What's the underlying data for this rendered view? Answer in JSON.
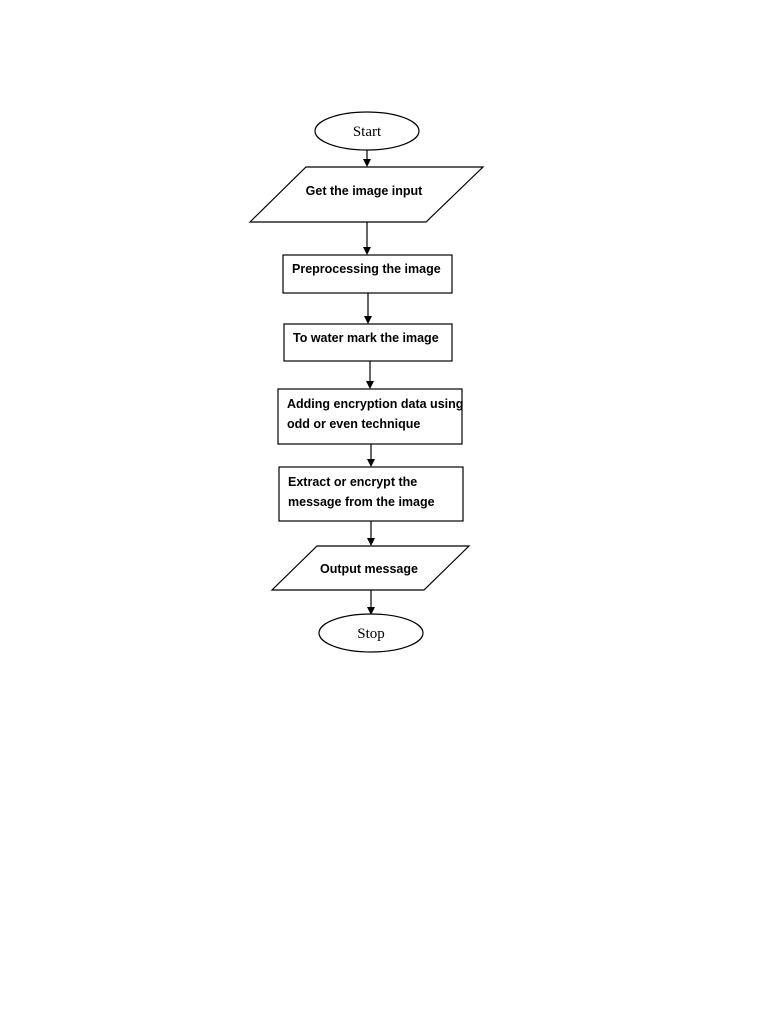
{
  "flowchart": {
    "start": "Start",
    "input": "Get the image input",
    "preprocess": "Preprocessing the image",
    "watermark": "To water mark the image",
    "encrypt": [
      "Adding encryption data using",
      "odd or even technique"
    ],
    "extract": [
      "Extract or encrypt the",
      "message from the image"
    ],
    "output": "Output message",
    "stop": "Stop"
  }
}
